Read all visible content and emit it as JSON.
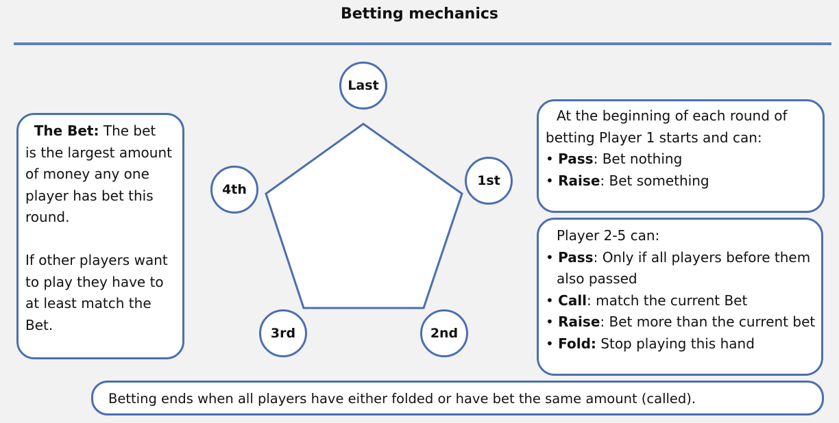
{
  "title": "Betting mechanics",
  "colors": {
    "accent": "#4a6fb1",
    "rule": "#5b7fbf",
    "background": "#f2f2f2"
  },
  "positions": {
    "last": "Last",
    "first": "1st",
    "second": "2nd",
    "third": "3rd",
    "fourth": "4th"
  },
  "bet_box": {
    "heading": "The Bet:",
    "lines": [
      "The bet",
      "is the largest amount",
      "of money any one",
      "player has bet this",
      "round.",
      "If other players want",
      "to play they have to",
      "at least match the",
      "Bet."
    ]
  },
  "round_box": {
    "intro_1": "At the beginning of each round of",
    "intro_2": "betting Player 1 starts and can:",
    "items": [
      {
        "term": "Pass",
        "text": ": Bet nothing"
      },
      {
        "term": "Raise",
        "text": ": Bet something"
      }
    ]
  },
  "player_box": {
    "intro": "Player 2-5 can:",
    "items": [
      {
        "term": "Pass",
        "text": ": Only if all players before them",
        "cont": "also passed"
      },
      {
        "term": "Call",
        "text": ": match the current Bet"
      },
      {
        "term": "Raise",
        "text": ": Bet more than the current bet"
      },
      {
        "term": "Fold:",
        "text": " Stop playing this hand"
      }
    ]
  },
  "end_text": "Betting ends when all players have either folded or have bet the same amount (called)."
}
